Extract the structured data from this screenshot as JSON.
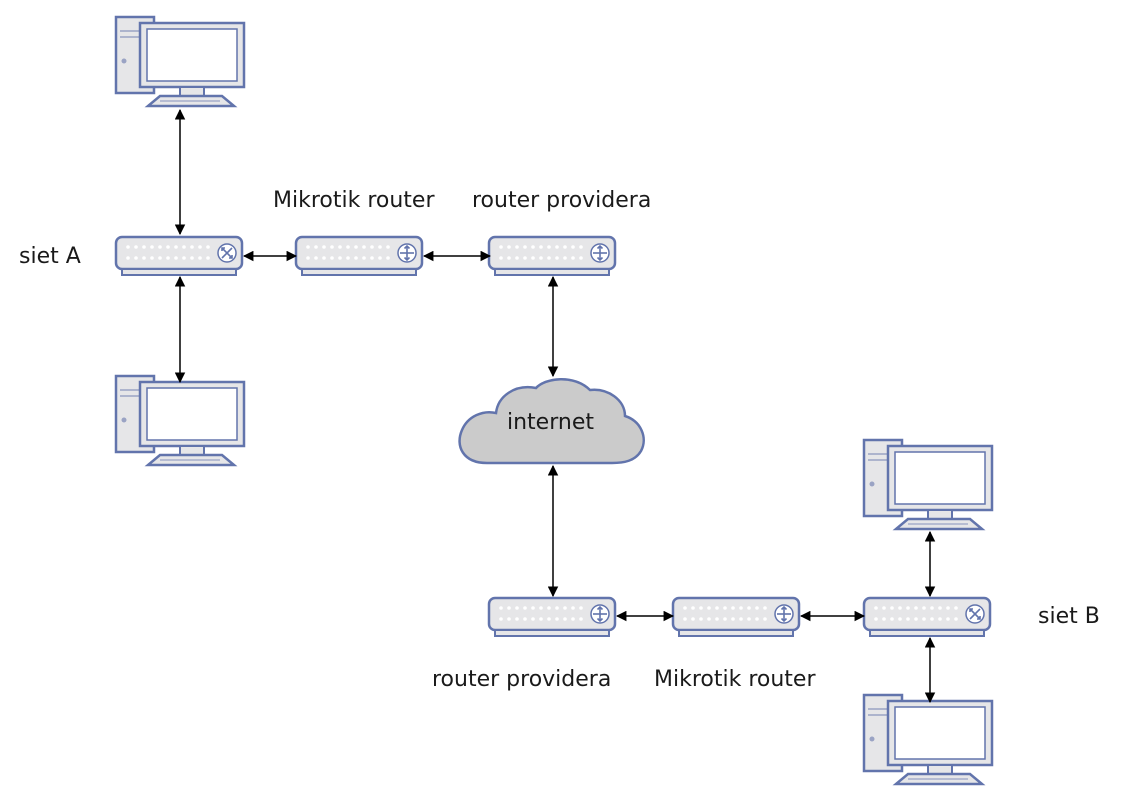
{
  "labels": {
    "siet_a": "siet A",
    "siet_b": "siet B",
    "mikrotik_top": "Mikrotik router",
    "provider_top": "router providera",
    "internet": "internet",
    "provider_bottom": "router providera",
    "mikrotik_bottom": "Mikrotik router"
  },
  "colors": {
    "device_fill": "#e6e6e8",
    "device_stroke": "#6274ac",
    "screen_fill": "#ffffff",
    "cloud_fill": "#cbcbcb",
    "cloud_stroke": "#6274ac",
    "link": "#000000"
  },
  "icons": {
    "computer": "desktop-computer-icon",
    "switch": "network-switch-icon",
    "router": "network-router-icon",
    "cloud": "cloud-icon"
  }
}
